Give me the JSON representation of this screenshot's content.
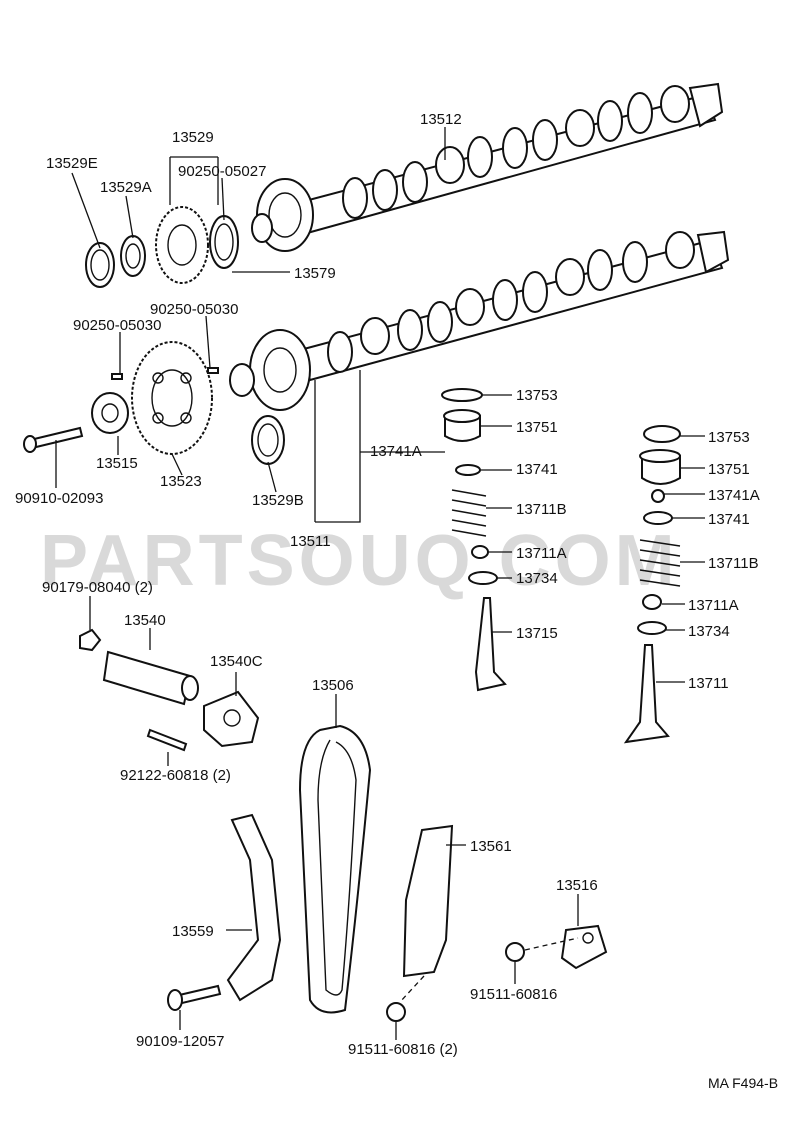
{
  "watermark": "PARTSOUQ.COM",
  "diagram_code": "MA F494-B",
  "labels": {
    "p13512": "13512",
    "p13529": "13529",
    "p13529E": "13529E",
    "p13529A": "13529A",
    "p90250_05027": "90250-05027",
    "p13579": "13579",
    "p90250_05030a": "90250-05030",
    "p90250_05030b": "90250-05030",
    "p13515": "13515",
    "p13523": "13523",
    "p90910_02093": "90910-02093",
    "p13529B": "13529B",
    "p13511": "13511",
    "p13753a": "13753",
    "p13751a": "13751",
    "p13741Aa": "13741A",
    "p13741a": "13741",
    "p13711Ba": "13711B",
    "p13711Aa": "13711A",
    "p13734a": "13734",
    "p13715": "13715",
    "p13753b": "13753",
    "p13751b": "13751",
    "p13741Ab": "13741A",
    "p13741b": "13741",
    "p13711Bb": "13711B",
    "p13711Ab": "13711A",
    "p13734b": "13734",
    "p13711": "13711",
    "p90179_08040": "90179-08040 (2)",
    "p13540": "13540",
    "p13540C": "13540C",
    "p92122_60818": "92122-60818 (2)",
    "p13506": "13506",
    "p13561": "13561",
    "p13559": "13559",
    "p13516": "13516",
    "p91511_60816": "91511-60816",
    "p90109_12057": "90109-12057",
    "p91511_60816_2": "91511-60816 (2)"
  }
}
